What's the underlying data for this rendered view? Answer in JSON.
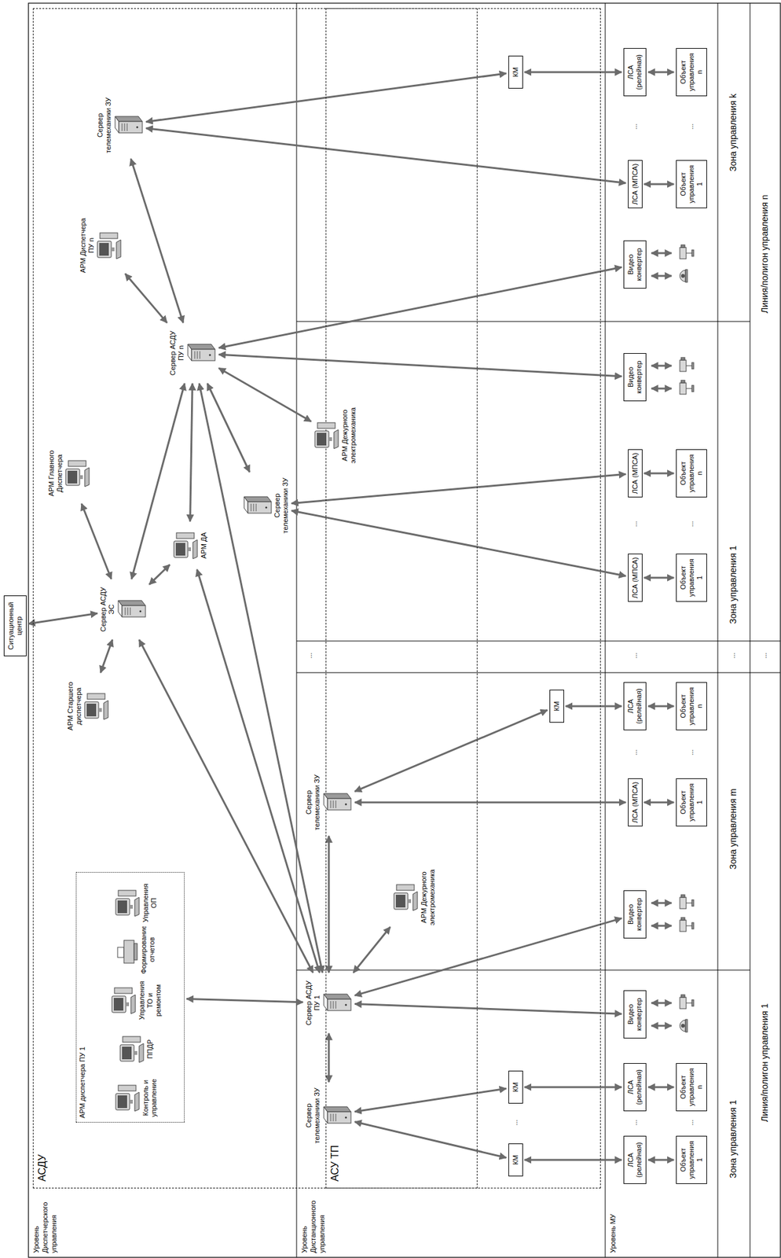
{
  "diagram": {
    "nodes": [
      {
        "text": [
          "Ситуационный центр"
        ]
      },
      {
        "text": [
          "АСДУ"
        ]
      },
      {
        "text": [
          "АРМ диспетчера ПУ 1"
        ],
        "in": 1
      },
      {
        "text": [
          "Контроль и управление"
        ],
        "in": 2
      },
      {
        "text": [
          "ППДР"
        ],
        "in": 2
      },
      {
        "text": [
          "Управления ТО и ремонтом"
        ],
        "in": 2
      },
      {
        "text": [
          "Формирование отчетов"
        ],
        "in": 2
      },
      {
        "text": [
          "Управления ОП"
        ],
        "in": 2
      },
      {
        "text": [
          "АРМ Старшего диспетчера"
        ],
        "in": 1
      },
      {
        "text": [
          "Сервер АСДУ ЭС"
        ],
        "in": 1
      },
      {
        "text": [
          "АРМ ДА"
        ],
        "in": 1
      },
      {
        "text": [
          "АРМ Главного Диспетчера"
        ],
        "in": 1
      },
      {
        "text": [
          "Сервер АСДУ ПУ n"
        ],
        "in": 1
      },
      {
        "text": [
          "АРМ Диспетчера ПУ n"
        ],
        "in": 1
      },
      {
        "text": [
          "Сервер телемеханики ЗУ"
        ],
        "in": 1
      },
      {
        "text": [
          "Сервер телемеханики ЗУ"
        ],
        "in": 1
      },
      {
        "text": [
          "Сервер АСДУ ПУ 1"
        ],
        "in": 1
      },
      {
        "text": [
          "АРМ Дежурного электромеханика"
        ],
        "in": 1
      },
      {
        "text": [
          "Сервер телемеханики ЗУ"
        ],
        "in": 1
      },
      {
        "text": [
          "Сервер телемеханики ЗУ"
        ],
        "in": 1
      },
      {
        "text": [
          "АРМ Дежурного электромеханика"
        ],
        "in": 1
      },
      {
        "text": [
          "АСУ ТП"
        ]
      },
      {
        "text": [
          "КМ"
        ],
        "in": 21
      },
      {
        "text": [
          "КМ"
        ],
        "in": 21
      },
      {
        "text": [
          "КМ"
        ],
        "in": 21
      },
      {
        "text": [
          "КМ"
        ],
        "in": 21
      },
      {
        "text": [
          "ЛСА (релейная)"
        ]
      },
      {
        "text": [
          "ЛСА (релейная)"
        ]
      },
      {
        "text": [
          "Видео конвертер"
        ]
      },
      {
        "text": [
          "Видео конвертер"
        ]
      },
      {
        "text": [
          "ЛСА (МПСА)"
        ]
      },
      {
        "text": [
          "ЛСА (релейная)"
        ]
      },
      {
        "text": [
          "ЛСА (МПСА)"
        ]
      },
      {
        "text": [
          "ЛСА (МПСА)"
        ]
      },
      {
        "text": [
          "Видео конвертер"
        ]
      },
      {
        "text": [
          "Видео конвертер"
        ]
      },
      {
        "text": [
          "ЛСА (МПСА)"
        ]
      },
      {
        "text": [
          "ЛСА (релейная)"
        ]
      },
      {
        "text": [
          "Объект управления 1"
        ]
      },
      {
        "text": [
          "Объект управления n"
        ]
      },
      {
        "text": [
          "Объект управления 1"
        ]
      },
      {
        "text": [
          "Объект управления n"
        ]
      },
      {
        "text": [
          "Объект управления 1"
        ]
      },
      {
        "text": [
          "Объект управления n"
        ]
      },
      {
        "text": [
          "Объект управления 1"
        ]
      },
      {
        "text": [
          "Объект управления n"
        ]
      }
    ],
    "edges": [
      {
        "from": 0,
        "to": 9,
        "arrow": "both"
      },
      {
        "from": 8,
        "to": 9,
        "arrow": "both"
      },
      {
        "from": 11,
        "to": 9,
        "arrow": "both"
      },
      {
        "from": 10,
        "to": 9,
        "arrow": "both"
      },
      {
        "from": 9,
        "to": 16,
        "arrow": "both"
      },
      {
        "from": 9,
        "to": 12,
        "arrow": "both"
      },
      {
        "from": 10,
        "to": 16,
        "arrow": "both"
      },
      {
        "from": 10,
        "to": 12,
        "arrow": "both"
      },
      {
        "from": 16,
        "to": 12,
        "arrow": "both"
      },
      {
        "from": 16,
        "to": 2,
        "arrow": "both"
      },
      {
        "from": 16,
        "to": 17,
        "arrow": "both"
      },
      {
        "from": 16,
        "to": 15,
        "arrow": "both"
      },
      {
        "from": 16,
        "to": 18,
        "arrow": "both"
      },
      {
        "from": 16,
        "to": 28,
        "arrow": "both"
      },
      {
        "from": 16,
        "to": 29,
        "arrow": "both"
      },
      {
        "from": 15,
        "to": 22,
        "arrow": "both"
      },
      {
        "from": 15,
        "to": 23,
        "arrow": "both"
      },
      {
        "from": 18,
        "to": 30,
        "arrow": "both"
      },
      {
        "from": 18,
        "to": 24,
        "arrow": "both"
      },
      {
        "from": 22,
        "to": 26,
        "arrow": "both"
      },
      {
        "from": 23,
        "to": 27,
        "arrow": "both"
      },
      {
        "from": 24,
        "to": 31,
        "arrow": "both"
      },
      {
        "from": 26,
        "to": 38,
        "arrow": "both"
      },
      {
        "from": 27,
        "to": 39,
        "arrow": "both"
      },
      {
        "from": 30,
        "to": 40,
        "arrow": "both"
      },
      {
        "from": 31,
        "to": 41,
        "arrow": "both"
      },
      {
        "from": 12,
        "to": 13,
        "arrow": "both"
      },
      {
        "from": 12,
        "to": 20,
        "arrow": "both"
      },
      {
        "from": 12,
        "to": 19,
        "arrow": "both"
      },
      {
        "from": 12,
        "to": 14,
        "arrow": "both"
      },
      {
        "from": 12,
        "to": 34,
        "arrow": "both"
      },
      {
        "from": 12,
        "to": 35,
        "arrow": "both"
      },
      {
        "from": 19,
        "to": 32,
        "arrow": "both"
      },
      {
        "from": 19,
        "to": 33,
        "arrow": "both"
      },
      {
        "from": 14,
        "to": 36,
        "arrow": "both"
      },
      {
        "from": 14,
        "to": 25,
        "arrow": "both"
      },
      {
        "from": 25,
        "to": 37,
        "arrow": "both"
      },
      {
        "from": 32,
        "to": 42,
        "arrow": "both"
      },
      {
        "from": 33,
        "to": 43,
        "arrow": "both"
      },
      {
        "from": 36,
        "to": 44,
        "arrow": "both"
      },
      {
        "from": 37,
        "to": 45,
        "arrow": "both"
      }
    ],
    "labels": [
      "Уровень Диспетчерского управления",
      "Уровень Дистанционного управления",
      "Уровень МУ",
      "Зона управления 1",
      "Зона управления m",
      "...",
      "Зона управления 1",
      "Зона управления k",
      "Линия/полигон управления 1",
      "...",
      "Линия/полигон управления n",
      "...",
      "...",
      "...",
      "...",
      "...",
      "...",
      "...",
      "...",
      "...",
      "...",
      "..."
    ]
  }
}
